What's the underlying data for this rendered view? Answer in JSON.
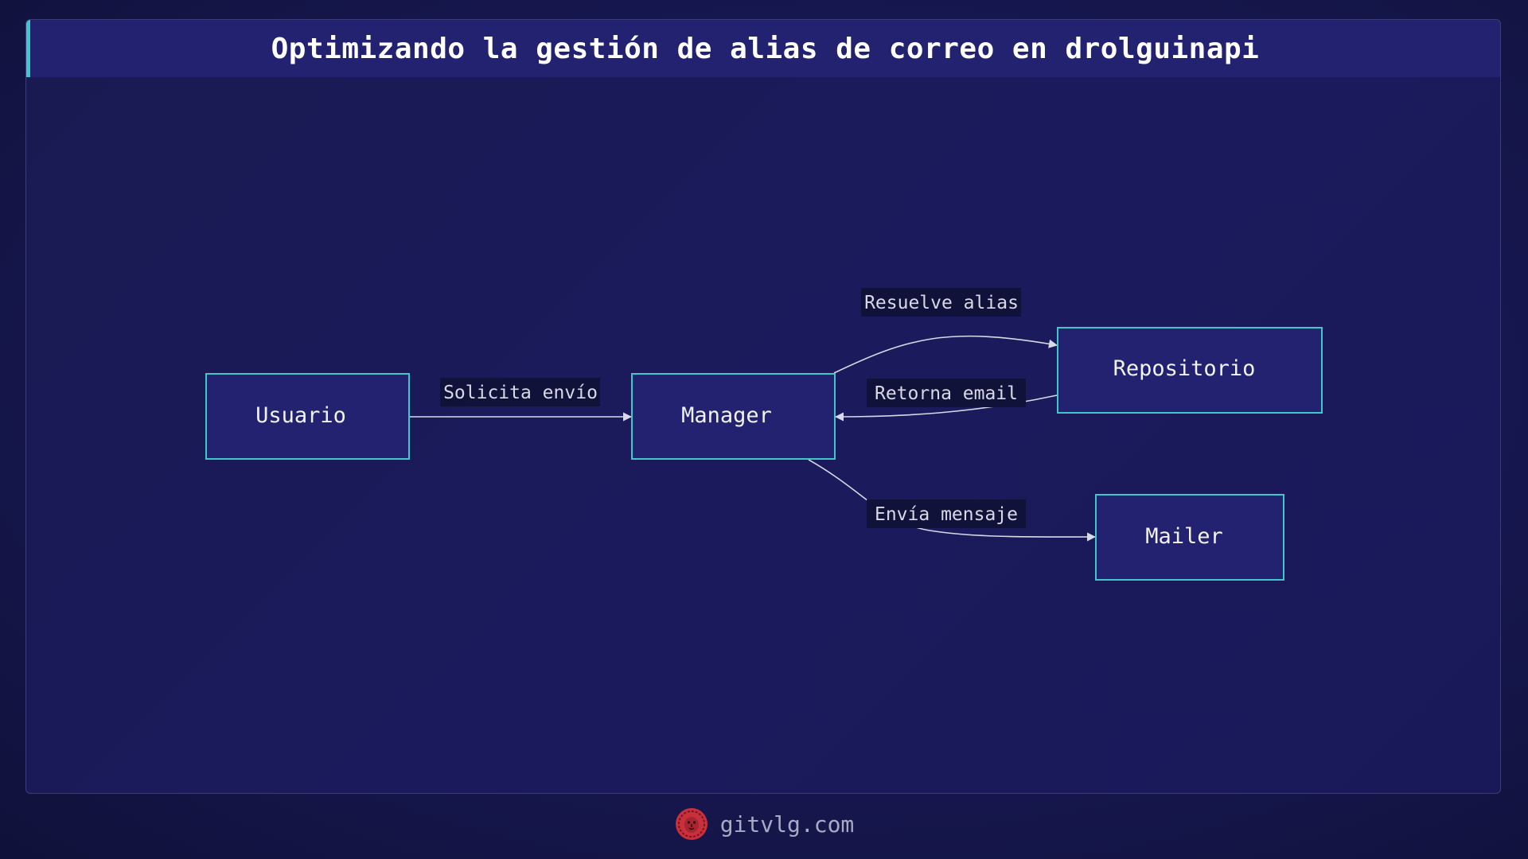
{
  "title": "Optimizando la gestión de alias de correo en drolguinapi",
  "nodes": {
    "usuario": "Usuario",
    "manager": "Manager",
    "repositorio": "Repositorio",
    "mailer": "Mailer"
  },
  "edges": {
    "solicita": "Solicita envío",
    "resuelve": "Resuelve alias",
    "retorna": "Retorna email",
    "envia": "Envía mensaje"
  },
  "footer": {
    "site": "gitvlg.com",
    "logo_icon": "lion-head-icon"
  },
  "colors": {
    "node_fill": "#222270",
    "node_border": "#3fc7c9",
    "title_accent": "#3fc7c9",
    "logo": "#c8303c"
  }
}
